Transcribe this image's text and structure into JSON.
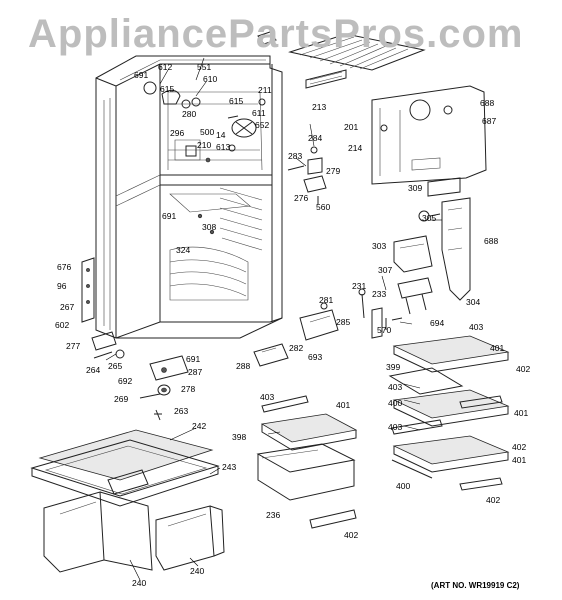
{
  "watermark": "AppliancePartsPros.com",
  "art_number": "(ART NO. WR19919 C2)",
  "part_labels": [
    "612",
    "551",
    "691",
    "610",
    "615",
    "280",
    "615",
    "211",
    "611",
    "652",
    "500",
    "14",
    "613",
    "296",
    "210",
    "213",
    "688",
    "201",
    "687",
    "214",
    "284",
    "283",
    "279",
    "276",
    "560",
    "309",
    "305",
    "688",
    "691",
    "308",
    "324",
    "303",
    "307",
    "304",
    "676",
    "96",
    "267",
    "231",
    "233",
    "281",
    "285",
    "570",
    "694",
    "602",
    "282",
    "693",
    "277",
    "691",
    "264",
    "265",
    "287",
    "692",
    "278",
    "288",
    "269",
    "263",
    "401",
    "403",
    "402",
    "399",
    "403",
    "401",
    "400",
    "402",
    "401",
    "403",
    "398",
    "401",
    "402",
    "242",
    "243",
    "236",
    "400",
    "402",
    "240",
    "240"
  ],
  "colors": {
    "line": "#222222",
    "watermark": "#bdbdbd",
    "glass": "#e9e9e9"
  }
}
